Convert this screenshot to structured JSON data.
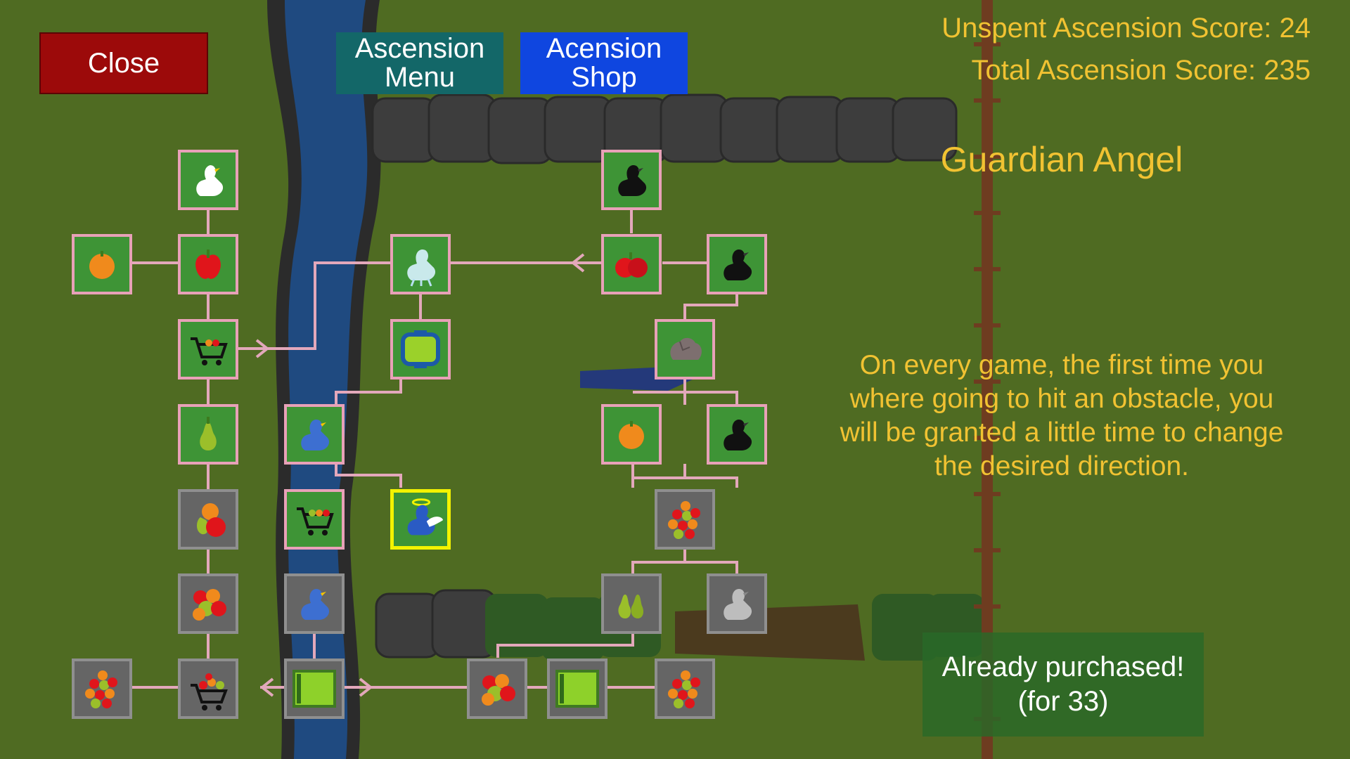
{
  "buttons": {
    "close": "Close",
    "menu_line1": "Ascension",
    "menu_line2": "Menu",
    "shop_line1": "Acension",
    "shop_line2": "Shop"
  },
  "scores": {
    "unspent": "Unspent Ascension Score: 24",
    "total": "Total Ascension Score: 235"
  },
  "ability": {
    "title": "Guardian Angel",
    "description_lines": [
      "On every game, the first time you",
      "where going to hit an obstacle, you",
      "will be granted a little time to change",
      "the desired direction."
    ],
    "status_line1": "Already purchased!",
    "status_line2": "(for 33)"
  },
  "colors": {
    "background": "#4f6b22",
    "text_accent": "#f1c232",
    "close_button": "#9c0a0a",
    "menu_button": "#136768",
    "shop_button": "#0f46e0",
    "unlocked_border": "#e8a1b8",
    "locked_border": "#8f8f8f",
    "selected_border": "#f3f300"
  },
  "tree_nodes": [
    {
      "icon": "white-goose-icon",
      "state": "unlocked"
    },
    {
      "icon": "orange-icon",
      "state": "unlocked"
    },
    {
      "icon": "apple-icon",
      "state": "unlocked"
    },
    {
      "icon": "shopping-cart-icon",
      "state": "unlocked"
    },
    {
      "icon": "pear-icon",
      "state": "unlocked"
    },
    {
      "icon": "mixed-fruit-icon",
      "state": "locked"
    },
    {
      "icon": "fruit-pile-icon",
      "state": "locked"
    },
    {
      "icon": "fruit-bunch-icon",
      "state": "locked"
    },
    {
      "icon": "full-cart-icon",
      "state": "locked"
    },
    {
      "icon": "ghost-goose-icon",
      "state": "unlocked"
    },
    {
      "icon": "portal-frame-icon",
      "state": "unlocked"
    },
    {
      "icon": "blue-goose-icon",
      "state": "unlocked"
    },
    {
      "icon": "fruit-cart-icon",
      "state": "unlocked"
    },
    {
      "icon": "guardian-angel-icon",
      "state": "selected"
    },
    {
      "icon": "blue-goose-icon",
      "state": "locked"
    },
    {
      "icon": "green-field-icon",
      "state": "locked"
    },
    {
      "icon": "black-goose-icon",
      "state": "unlocked"
    },
    {
      "icon": "red-apples-icon",
      "state": "unlocked"
    },
    {
      "icon": "black-goose-icon",
      "state": "unlocked"
    },
    {
      "icon": "rock-icon",
      "state": "unlocked"
    },
    {
      "icon": "orange-icon",
      "state": "unlocked"
    },
    {
      "icon": "black-goose-icon",
      "state": "unlocked"
    },
    {
      "icon": "fruit-bunch-icon",
      "state": "locked"
    },
    {
      "icon": "pears-icon",
      "state": "locked"
    },
    {
      "icon": "grey-goose-icon",
      "state": "locked"
    },
    {
      "icon": "fruit-pile-icon",
      "state": "locked"
    },
    {
      "icon": "green-field-icon",
      "state": "locked"
    },
    {
      "icon": "fruit-bunch-icon",
      "state": "locked"
    }
  ]
}
